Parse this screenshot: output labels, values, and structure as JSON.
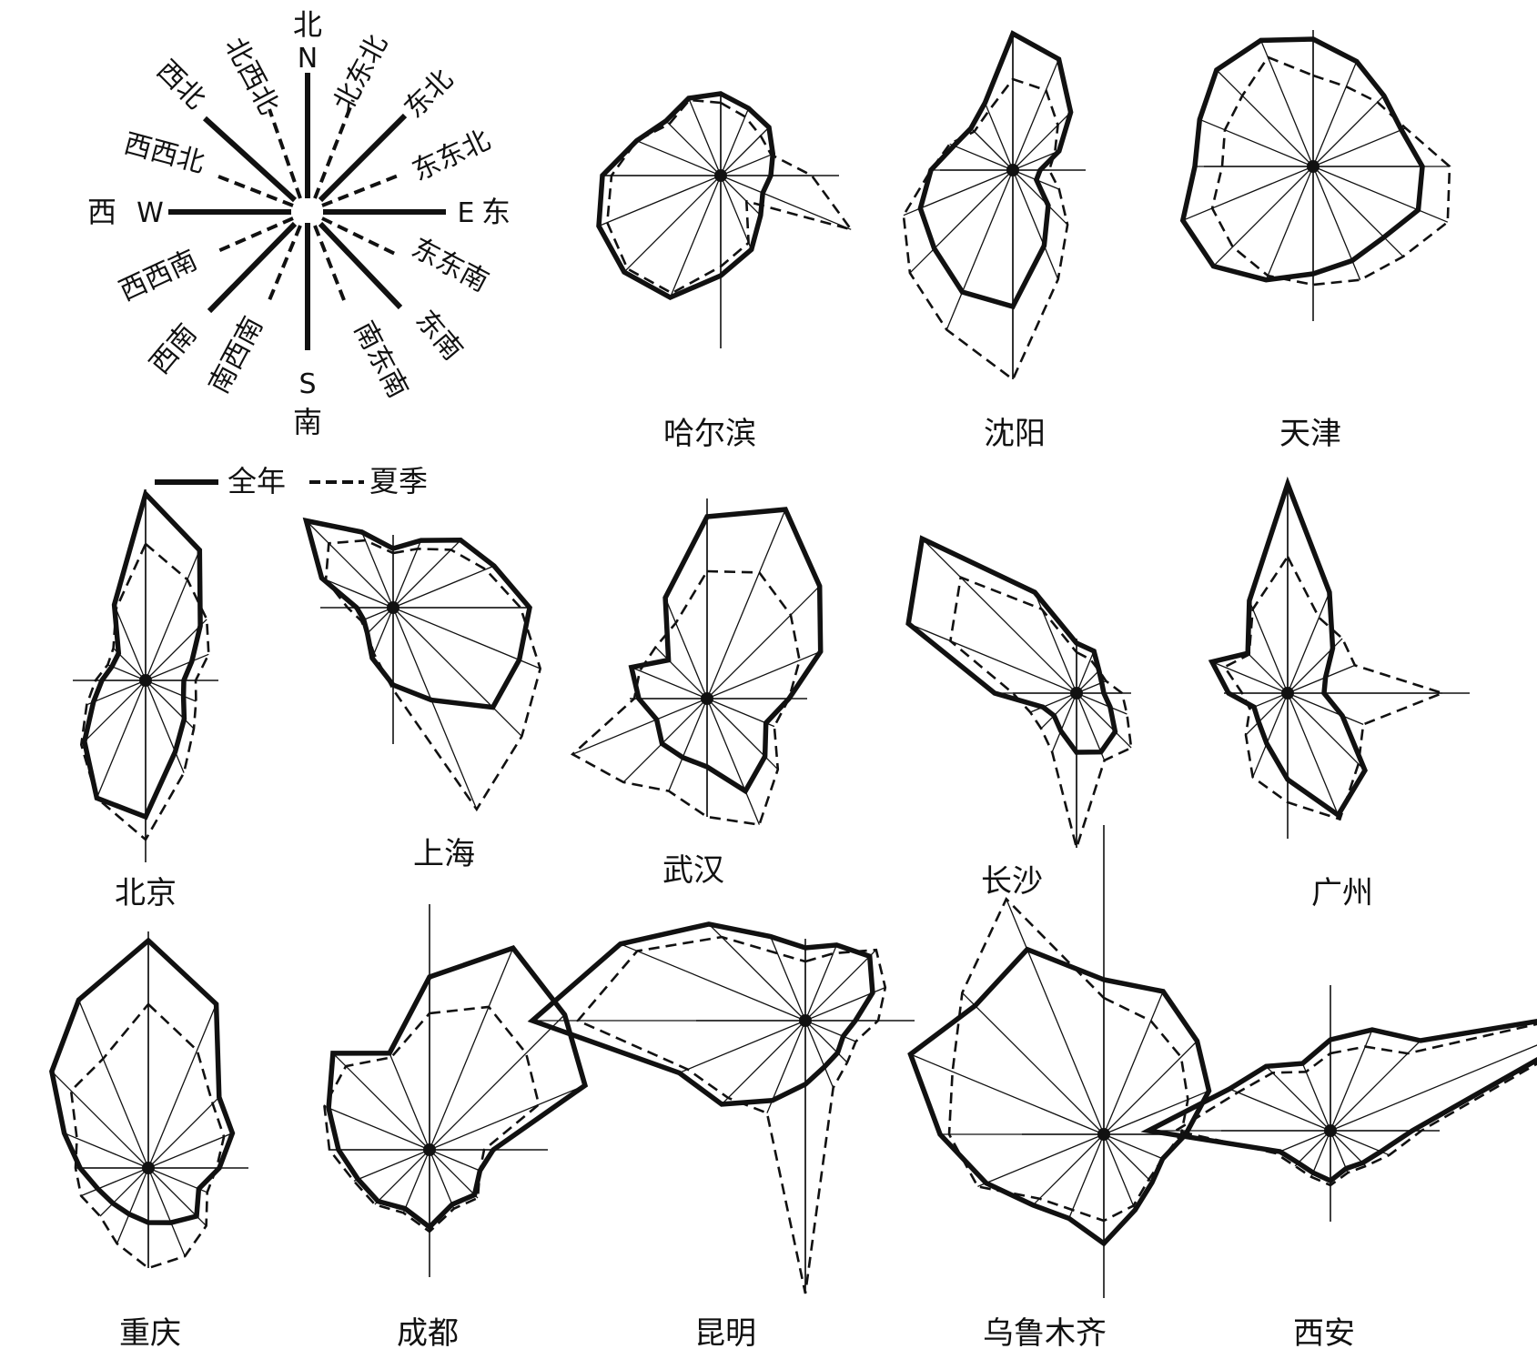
{
  "compass": {
    "labels": [
      {
        "id": "n-cn",
        "text": "北"
      },
      {
        "id": "n-en",
        "text": "N"
      },
      {
        "id": "nne",
        "text": "北东北"
      },
      {
        "id": "ne",
        "text": "东北"
      },
      {
        "id": "ene",
        "text": "东东北"
      },
      {
        "id": "e-en",
        "text": "E"
      },
      {
        "id": "e-cn",
        "text": "东"
      },
      {
        "id": "ese",
        "text": "东东南"
      },
      {
        "id": "se",
        "text": "东南"
      },
      {
        "id": "sse",
        "text": "南东南"
      },
      {
        "id": "s-en",
        "text": "S"
      },
      {
        "id": "s-cn",
        "text": "南"
      },
      {
        "id": "ssw",
        "text": "南西南"
      },
      {
        "id": "sw",
        "text": "西南"
      },
      {
        "id": "wsw",
        "text": "西西南"
      },
      {
        "id": "w-en",
        "text": "W"
      },
      {
        "id": "w-cn",
        "text": "西"
      },
      {
        "id": "wnw",
        "text": "西西北"
      },
      {
        "id": "nw",
        "text": "西北"
      },
      {
        "id": "nnw",
        "text": "北西北"
      }
    ]
  },
  "legend": {
    "annual": "全年",
    "summer": "夏季"
  },
  "colors": {
    "ink": "#111111",
    "background": "#ffffff"
  },
  "cities": [
    {
      "name": "哈尔滨"
    },
    {
      "name": "沈阳"
    },
    {
      "name": "天津"
    },
    {
      "name": "北京"
    },
    {
      "name": "上海"
    },
    {
      "name": "武汉"
    },
    {
      "name": "长沙"
    },
    {
      "name": "广州"
    },
    {
      "name": "重庆"
    },
    {
      "name": "成都"
    },
    {
      "name": "昆明"
    },
    {
      "name": "乌鲁木齐"
    },
    {
      "name": "西安"
    }
  ]
}
